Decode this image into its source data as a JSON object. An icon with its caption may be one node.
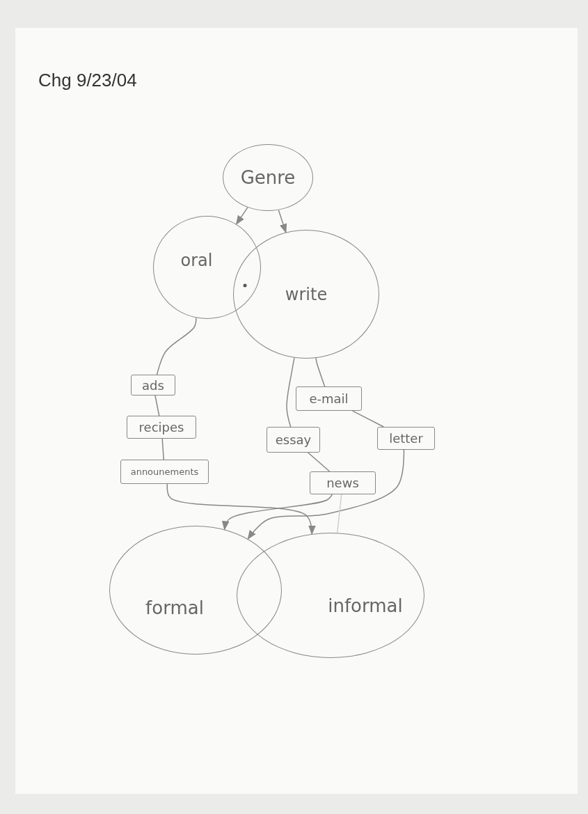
{
  "diagram": {
    "nodes": [
      {
        "text": [
          "Genre"
        ]
      },
      {
        "text": [
          "oral"
        ]
      },
      {
        "text": [
          "write"
        ]
      },
      {
        "text": [
          "ads"
        ]
      },
      {
        "text": [
          "recipes"
        ]
      },
      {
        "text": [
          "announements"
        ]
      },
      {
        "text": [
          "e-mail"
        ]
      },
      {
        "text": [
          "essay"
        ]
      },
      {
        "text": [
          "letter"
        ]
      },
      {
        "text": [
          "news"
        ]
      },
      {
        "text": [
          "formal"
        ]
      },
      {
        "text": [
          "informal"
        ]
      }
    ],
    "edges": [
      {
        "from": 0,
        "to": 1,
        "arrow": "to"
      },
      {
        "from": 0,
        "to": 2,
        "arrow": "to"
      },
      {
        "from": 1,
        "to": 3,
        "arrow": "none"
      },
      {
        "from": 3,
        "to": 4,
        "arrow": "none"
      },
      {
        "from": 4,
        "to": 5,
        "arrow": "none"
      },
      {
        "from": 2,
        "to": 7,
        "arrow": "none"
      },
      {
        "from": 2,
        "to": 6,
        "arrow": "none"
      },
      {
        "from": 6,
        "to": 8,
        "arrow": "none"
      },
      {
        "from": 7,
        "to": 9,
        "arrow": "none"
      },
      {
        "from": 5,
        "to": 11,
        "arrow": "to"
      },
      {
        "from": 9,
        "to": 10,
        "arrow": "to"
      },
      {
        "from": 8,
        "to": 10,
        "arrow": "to"
      },
      {
        "from": 9,
        "to": 11,
        "arrow": "none",
        "color": "#cfcfcf"
      }
    ],
    "labels": [
      "Chg 9/23/04"
    ]
  }
}
